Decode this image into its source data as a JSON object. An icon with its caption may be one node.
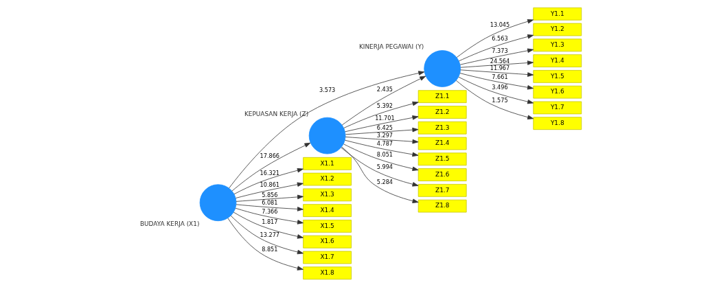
{
  "diagram": {
    "nodes": [
      {
        "text": [],
        "shape": "circle",
        "beside": [
          "BUDAYA KERJA (X1)"
        ]
      },
      {
        "text": [],
        "shape": "circle",
        "beside": [
          "KINERJA PEGAWAI (Y)"
        ]
      },
      {
        "text": [],
        "shape": "circle",
        "beside": [
          "KEPUASAN KERJA (Z)"
        ]
      },
      {
        "text": [
          "X1.1"
        ]
      },
      {
        "text": [
          "X1.2"
        ]
      },
      {
        "text": [
          "X1.3"
        ]
      },
      {
        "text": [
          "X1.4"
        ]
      },
      {
        "text": [
          "X1.5"
        ]
      },
      {
        "text": [
          "X1.6"
        ]
      },
      {
        "text": [
          "X1.7"
        ]
      },
      {
        "text": [
          "X1.8"
        ]
      },
      {
        "text": [
          "Y1.1"
        ]
      },
      {
        "text": [
          "Y1.2"
        ]
      },
      {
        "text": [
          "Y1.3"
        ]
      },
      {
        "text": [
          "Y1.4"
        ]
      },
      {
        "text": [
          "Y1.5"
        ]
      },
      {
        "text": [
          "Y1.6"
        ]
      },
      {
        "text": [
          "Y1.7"
        ]
      },
      {
        "text": [
          "Y1.8"
        ]
      },
      {
        "text": [
          "Z1.1"
        ]
      },
      {
        "text": [
          "Z1.2"
        ]
      },
      {
        "text": [
          "Z1.3"
        ]
      },
      {
        "text": [
          "Z1.4"
        ]
      },
      {
        "text": [
          "Z1.5"
        ]
      },
      {
        "text": [
          "Z1.6"
        ]
      },
      {
        "text": [
          "Z1.7"
        ]
      },
      {
        "text": [
          "Z1.8"
        ]
      }
    ],
    "edges": [
      {
        "from": 0,
        "to": 1,
        "arrow": "to",
        "label": "3.573"
      },
      {
        "from": 0,
        "to": 2,
        "arrow": "to",
        "label": "17.866"
      },
      {
        "from": 2,
        "to": 1,
        "arrow": "to",
        "label": "2.435"
      },
      {
        "from": 0,
        "to": 3,
        "arrow": "to",
        "label": "16.321"
      },
      {
        "from": 0,
        "to": 4,
        "arrow": "to",
        "label": "10.861"
      },
      {
        "from": 0,
        "to": 5,
        "arrow": "to",
        "label": "5.856"
      },
      {
        "from": 0,
        "to": 6,
        "arrow": "to",
        "label": "6.081"
      },
      {
        "from": 0,
        "to": 7,
        "arrow": "to",
        "label": "7.366"
      },
      {
        "from": 0,
        "to": 8,
        "arrow": "to",
        "label": "1.817"
      },
      {
        "from": 0,
        "to": 9,
        "arrow": "to",
        "label": "13.277"
      },
      {
        "from": 0,
        "to": 10,
        "arrow": "to",
        "label": "8.851"
      },
      {
        "from": 1,
        "to": 11,
        "arrow": "to",
        "label": "13.045"
      },
      {
        "from": 1,
        "to": 12,
        "arrow": "to",
        "label": "6.563"
      },
      {
        "from": 1,
        "to": 13,
        "arrow": "to",
        "label": "7.373"
      },
      {
        "from": 1,
        "to": 14,
        "arrow": "to",
        "label": "24.564"
      },
      {
        "from": 1,
        "to": 15,
        "arrow": "to",
        "label": "11.967"
      },
      {
        "from": 1,
        "to": 16,
        "arrow": "to",
        "label": "7.661"
      },
      {
        "from": 1,
        "to": 17,
        "arrow": "to",
        "label": "3.496"
      },
      {
        "from": 1,
        "to": 18,
        "arrow": "to",
        "label": "1.575"
      },
      {
        "from": 2,
        "to": 19,
        "arrow": "to",
        "label": "5.392"
      },
      {
        "from": 2,
        "to": 20,
        "arrow": "to",
        "label": "11.701"
      },
      {
        "from": 2,
        "to": 21,
        "arrow": "to",
        "label": "6.425"
      },
      {
        "from": 2,
        "to": 22,
        "arrow": "to",
        "label": "3.297"
      },
      {
        "from": 2,
        "to": 23,
        "arrow": "to",
        "label": "4.787"
      },
      {
        "from": 2,
        "to": 24,
        "arrow": "to",
        "label": "8.051"
      },
      {
        "from": 2,
        "to": 25,
        "arrow": "to",
        "label": "5.994"
      },
      {
        "from": 2,
        "to": 26,
        "arrow": "to",
        "label": "5.284"
      }
    ]
  }
}
